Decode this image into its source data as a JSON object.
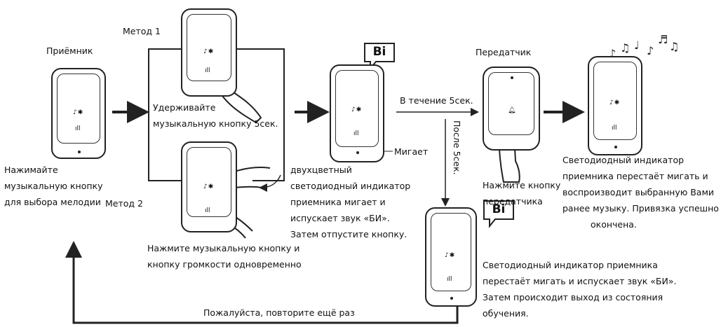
{
  "labels": {
    "receiver": "Приёмник",
    "method1": "Метод 1",
    "method2": "Метод 2",
    "hold_line1": "Удерживайте",
    "hold_line2": "музыкальную кнопку 5сек.",
    "press_line1": "Нажимайте",
    "press_line2": "музыкальную кнопку",
    "press_line3": "для выбора мелодии",
    "both_line1": "Нажмите музыкальную кнопку и",
    "both_line2": "кнопку громкости одновременно",
    "blink": "Мигает",
    "bicolor_line1": "двухцветный",
    "bicolor_line2": "светодиодный индикатор",
    "bicolor_line3": "приемника мигает и",
    "bicolor_line4": "испускает звук «БИ».",
    "bicolor_line5": "Затем отпустите кнопку.",
    "within5": "В течение 5сек.",
    "after5": "После 5сек.",
    "transmitter": "Передатчик",
    "press_tx_line1": "Нажмите кнопку",
    "press_tx_line2": "передатчика",
    "success_line1": "Светодиодный индикатор",
    "success_line2": "приемника перестаёт мигать и",
    "success_line3": "воспроизводит выбранную Вами",
    "success_line4": "ранее музыку. Привязка успешно",
    "success_line5": "окончена.",
    "exit_line1": "Светодиодный индикатор приемника",
    "exit_line2": "перестаёт мигать и испускает звук «БИ».",
    "exit_line3": "Затем происходит выход из состояния",
    "exit_line4": "обучения.",
    "repeat": "Пожалуйста, повторите ещё раз",
    "bubble_text": "Bi"
  }
}
